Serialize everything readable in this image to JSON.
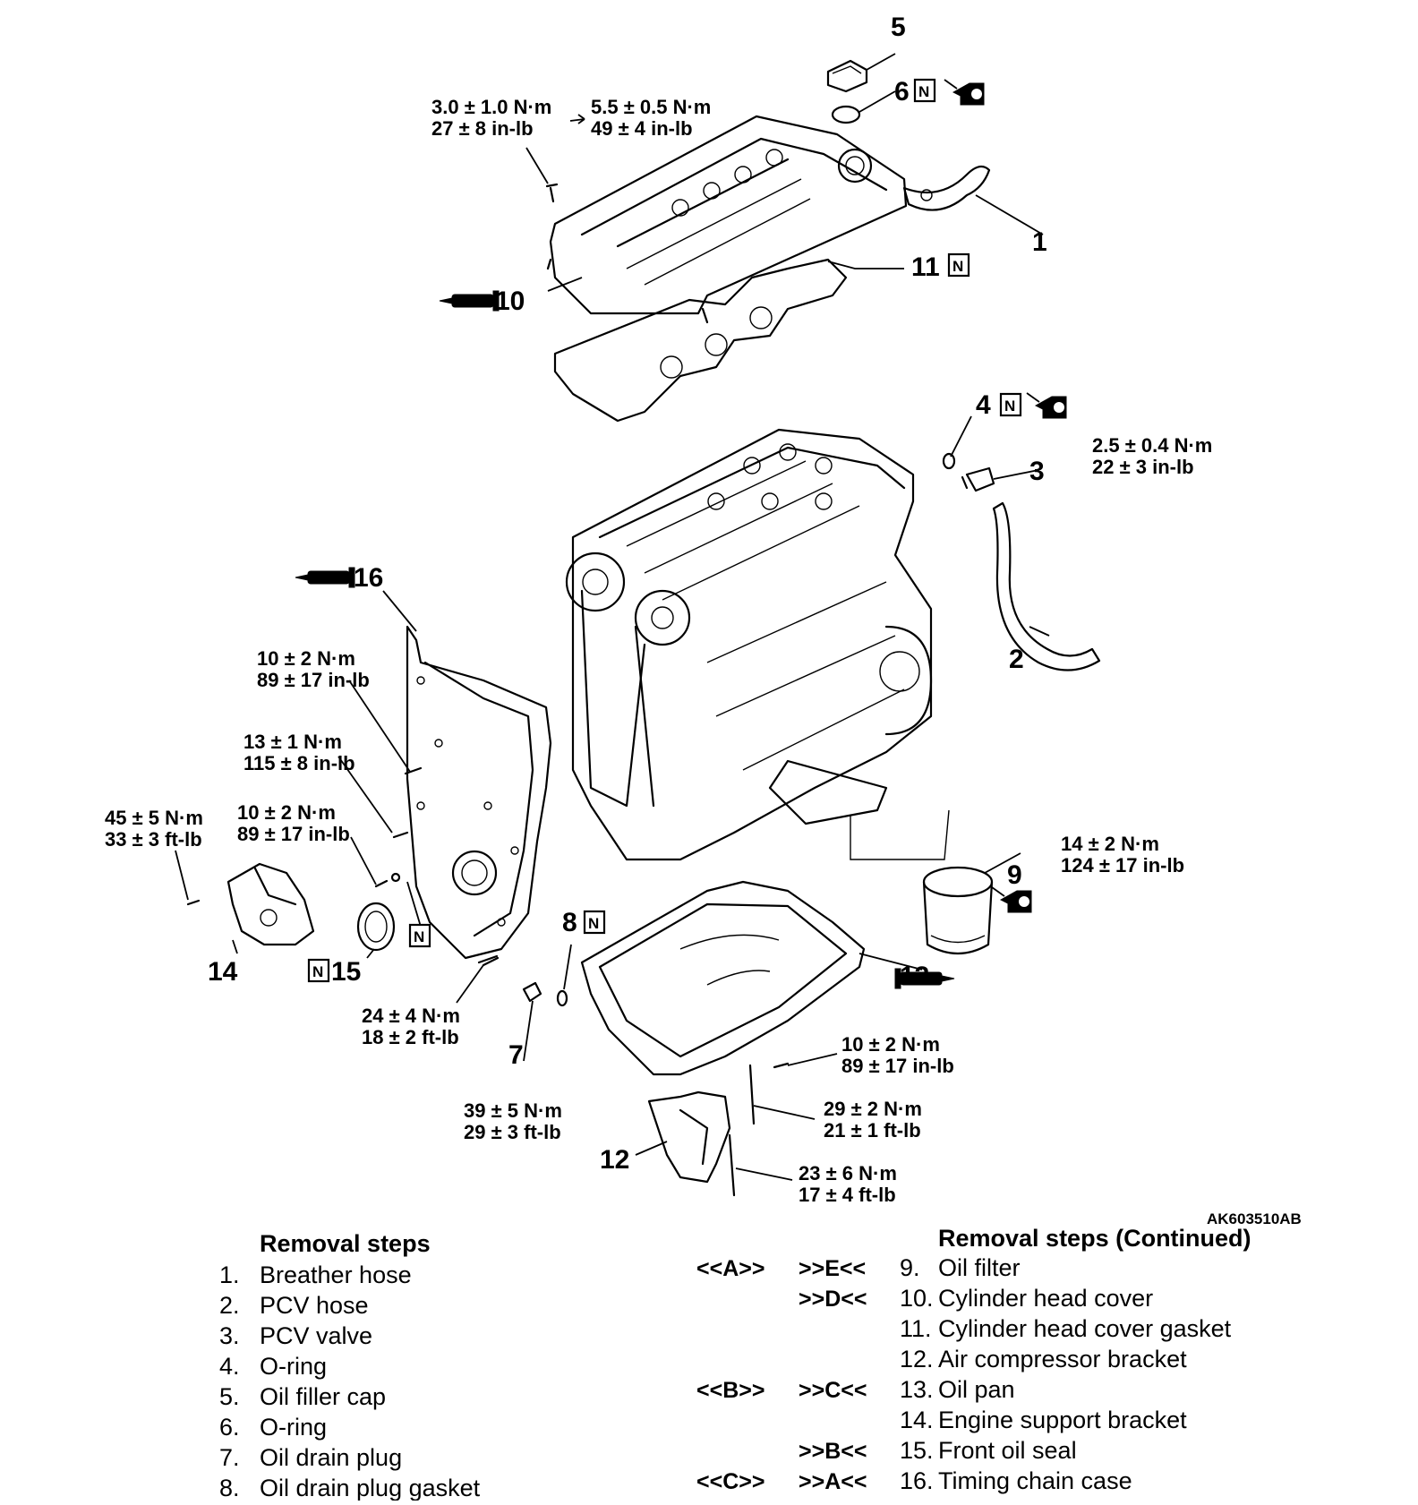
{
  "figure_code": "AK603510AB",
  "callouts": {
    "c1": "1",
    "c2": "2",
    "c3": "3",
    "c4": "4",
    "c5": "5",
    "c6": "6",
    "c7": "7",
    "c8": "8",
    "c9": "9",
    "c10": "10",
    "c11": "11",
    "c12": "12",
    "c13": "13",
    "c14": "14",
    "c15": "15",
    "c16": "16"
  },
  "new_part_mark": "N",
  "torques": {
    "head_cover_bolt_first": [
      "3.0 ± 1.0 N·m",
      "27 ± 8 in-lb"
    ],
    "head_cover_bolt_final": [
      "5.5 ± 0.5 N·m",
      "49 ± 4 in-lb"
    ],
    "pcv_valve": [
      "2.5 ± 0.4 N·m",
      "22 ± 3 in-lb"
    ],
    "chain_case_upper": [
      "10 ± 2 N·m",
      "89 ± 17 in-lb"
    ],
    "chain_case_mid": [
      "13 ± 1 N·m",
      "115 ± 8 in-lb"
    ],
    "support_bracket": [
      "45 ± 5 N·m",
      "33 ± 3 ft-lb"
    ],
    "chain_case_lower": [
      "10 ± 2 N·m",
      "89 ± 17 in-lb"
    ],
    "oil_filter": [
      "14 ± 2 N·m",
      "124 ± 17 in-lb"
    ],
    "chain_case_bottom": [
      "24 ± 4 N·m",
      "18 ± 2 ft-lb"
    ],
    "oil_pan_bolt": [
      "10 ± 2 N·m",
      "89 ± 17 in-lb"
    ],
    "drain_plug": [
      "39 ± 5 N·m",
      "29 ± 3 ft-lb"
    ],
    "compressor_bracket_upper": [
      "29 ± 2 N·m",
      "21 ± 1 ft-lb"
    ],
    "compressor_bracket_lower": [
      "23 ± 6 N·m",
      "17 ± 4 ft-lb"
    ]
  },
  "removal_steps": {
    "title": "Removal steps",
    "items": [
      {
        "no": "1.",
        "name": "Breather hose"
      },
      {
        "no": "2.",
        "name": "PCV hose"
      },
      {
        "no": "3.",
        "name": "PCV valve"
      },
      {
        "no": "4.",
        "name": "O-ring"
      },
      {
        "no": "5.",
        "name": "Oil filler cap"
      },
      {
        "no": "6.",
        "name": "O-ring"
      },
      {
        "no": "7.",
        "name": "Oil drain plug"
      },
      {
        "no": "8.",
        "name": "Oil drain plug gasket"
      }
    ]
  },
  "removal_steps_continued": {
    "title": "Removal steps (Continued)",
    "items": [
      {
        "rem": "<<A>>",
        "ins": ">>E<<",
        "no": "9.",
        "name": "Oil filter"
      },
      {
        "rem": "",
        "ins": ">>D<<",
        "no": "10.",
        "name": "Cylinder head cover"
      },
      {
        "rem": "",
        "ins": "",
        "no": "11.",
        "name": "Cylinder head cover gasket"
      },
      {
        "rem": "",
        "ins": "",
        "no": "12.",
        "name": "Air compressor bracket"
      },
      {
        "rem": "<<B>>",
        "ins": ">>C<<",
        "no": "13.",
        "name": "Oil pan"
      },
      {
        "rem": "",
        "ins": "",
        "no": "14.",
        "name": "Engine support bracket"
      },
      {
        "rem": "",
        "ins": ">>B<<",
        "no": "15.",
        "name": "Front oil seal"
      },
      {
        "rem": "<<C>>",
        "ins": ">>A<<",
        "no": "16.",
        "name": "Timing chain case"
      }
    ]
  }
}
